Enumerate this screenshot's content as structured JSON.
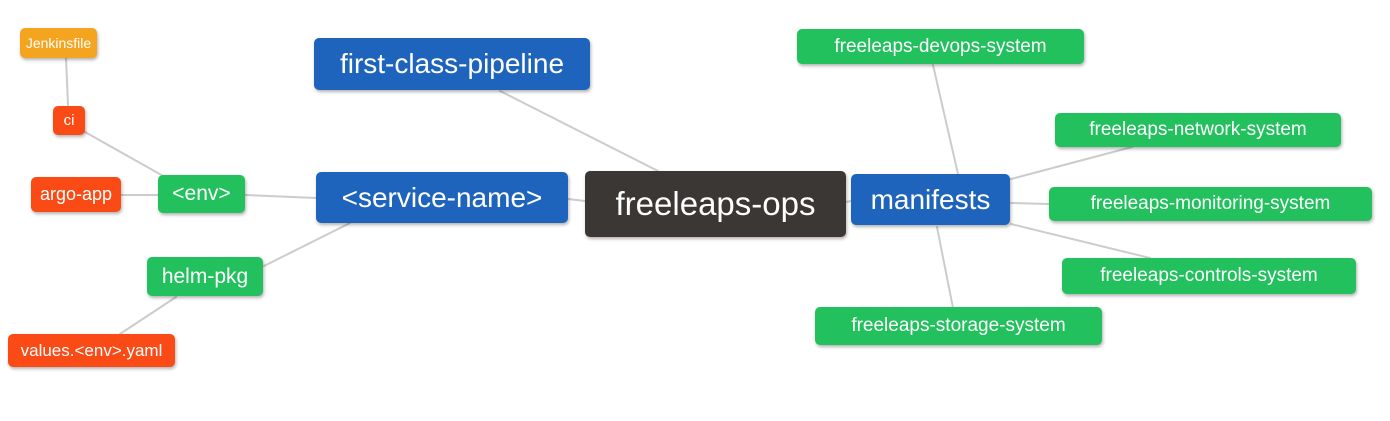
{
  "diagram": {
    "type": "mindmap",
    "root_label": "freeleaps-ops"
  },
  "colors": {
    "root_bg": "#3b3735",
    "branch_bg": "#1f64bc",
    "leaf_green_bg": "#22c15e",
    "leaf_red_bg": "#fa4a15",
    "leaf_orange_bg": "#f5a41f",
    "edge_line": "#cccccc",
    "node_text": "#ffffff",
    "background": "#ffffff"
  },
  "nodes": {
    "root": {
      "label": "freeleaps-ops",
      "kind": "root"
    },
    "first_class_pipeline": {
      "label": "first-class-pipeline",
      "kind": "branch"
    },
    "service_name": {
      "label": "<service-name>",
      "kind": "branch"
    },
    "manifests": {
      "label": "manifests",
      "kind": "branch"
    },
    "env": {
      "label": "<env>",
      "kind": "leaf-green"
    },
    "helm_pkg": {
      "label": "helm-pkg",
      "kind": "leaf-green"
    },
    "ci": {
      "label": "ci",
      "kind": "leaf-red"
    },
    "argo_app": {
      "label": "argo-app",
      "kind": "leaf-red"
    },
    "values_env_yaml": {
      "label": "values.<env>.yaml",
      "kind": "leaf-red"
    },
    "jenkinsfile": {
      "label": "Jenkinsfile",
      "kind": "leaf-orange"
    },
    "devops_system": {
      "label": "freeleaps-devops-system",
      "kind": "leaf-green"
    },
    "network_system": {
      "label": "freeleaps-network-system",
      "kind": "leaf-green"
    },
    "monitoring_system": {
      "label": "freeleaps-monitoring-system",
      "kind": "leaf-green"
    },
    "controls_system": {
      "label": "freeleaps-controls-system",
      "kind": "leaf-green"
    },
    "storage_system": {
      "label": "freeleaps-storage-system",
      "kind": "leaf-green"
    }
  },
  "edges": [
    {
      "from": "jenkinsfile",
      "to": "ci"
    },
    {
      "from": "ci",
      "to": "env"
    },
    {
      "from": "argo_app",
      "to": "env"
    },
    {
      "from": "env",
      "to": "service_name"
    },
    {
      "from": "helm_pkg",
      "to": "service_name"
    },
    {
      "from": "values_env_yaml",
      "to": "helm_pkg"
    },
    {
      "from": "first_class_pipeline",
      "to": "root"
    },
    {
      "from": "service_name",
      "to": "root"
    },
    {
      "from": "root",
      "to": "manifests"
    },
    {
      "from": "manifests",
      "to": "devops_system"
    },
    {
      "from": "manifests",
      "to": "network_system"
    },
    {
      "from": "manifests",
      "to": "monitoring_system"
    },
    {
      "from": "manifests",
      "to": "controls_system"
    },
    {
      "from": "manifests",
      "to": "storage_system"
    }
  ]
}
